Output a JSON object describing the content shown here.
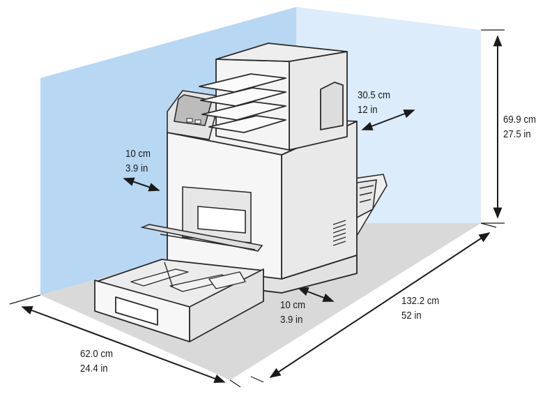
{
  "dimensions": {
    "right_clearance": {
      "cm": "30.5 cm",
      "in": "12 in"
    },
    "height": {
      "cm": "69.9 cm",
      "in": "27.5 in"
    },
    "left_clearance": {
      "cm": "10 cm",
      "in": "3.9 in"
    },
    "rear_clearance": {
      "cm": "10 cm",
      "in": "3.9 in"
    },
    "depth": {
      "cm": "132.2 cm",
      "in": "52 in"
    },
    "width": {
      "cm": "62.0 cm",
      "in": "24.4 in"
    }
  },
  "colors": {
    "back_wall": "#b7d7f3",
    "side_wall": "#dcecfa",
    "floor": "#d9d9d9",
    "printer_body": "#f4f4f4",
    "outline": "#2a2a2a"
  }
}
